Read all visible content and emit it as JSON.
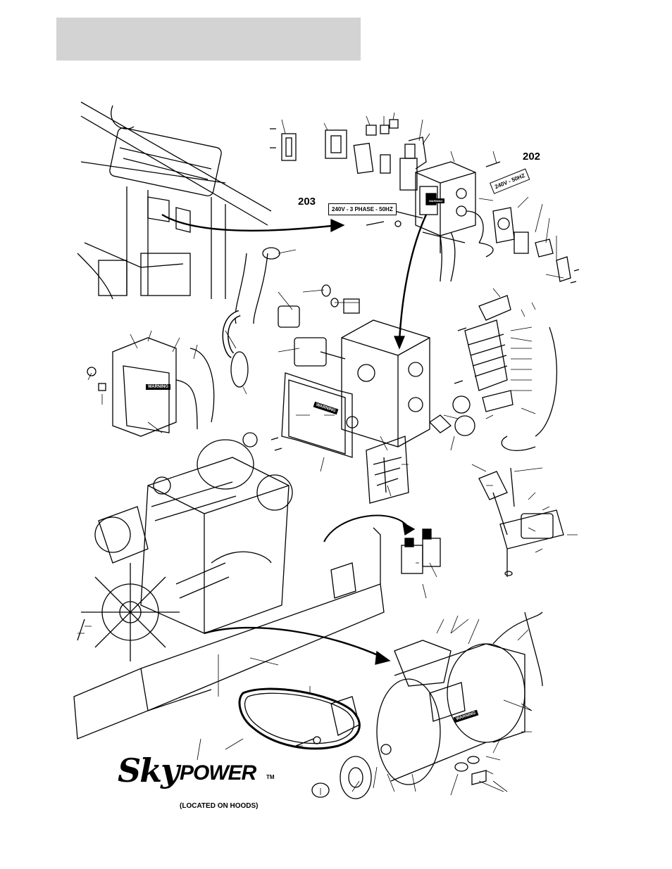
{
  "header": {
    "blank_title": ""
  },
  "callouts": {
    "part_202": "202",
    "part_203": "203"
  },
  "labels": {
    "voltage_tag_203": "240V - 3 PHASE - 50HZ",
    "voltage_tag_202": "240V - 50HZ",
    "warning_text": "WARNING"
  },
  "logo": {
    "sky": "Sky",
    "power": "POWER",
    "tm": "TM",
    "located": "(LOCATED ON HOODS)"
  }
}
